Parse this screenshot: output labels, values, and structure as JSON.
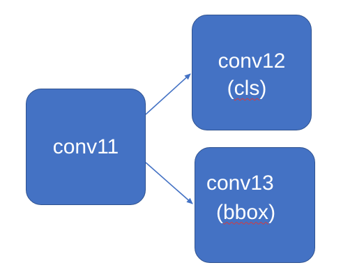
{
  "diagram": {
    "nodes": {
      "conv11": {
        "label": "conv11"
      },
      "conv12": {
        "label": "conv12",
        "sub_open": "(",
        "sub_word": "cls",
        "sub_close": ")"
      },
      "conv13": {
        "label": "conv13",
        "sub_open": "(",
        "sub_word": "bbox",
        "sub_close": ")"
      }
    },
    "edges": [
      {
        "from": "conv11",
        "to": "conv12"
      },
      {
        "from": "conv11",
        "to": "conv13"
      }
    ],
    "colors": {
      "node_fill": "#4472c4",
      "node_border": "#2f528f",
      "node_text": "#ffffff",
      "arrow": "#4472c4",
      "spellcheck_underline": "#d9393a"
    }
  }
}
